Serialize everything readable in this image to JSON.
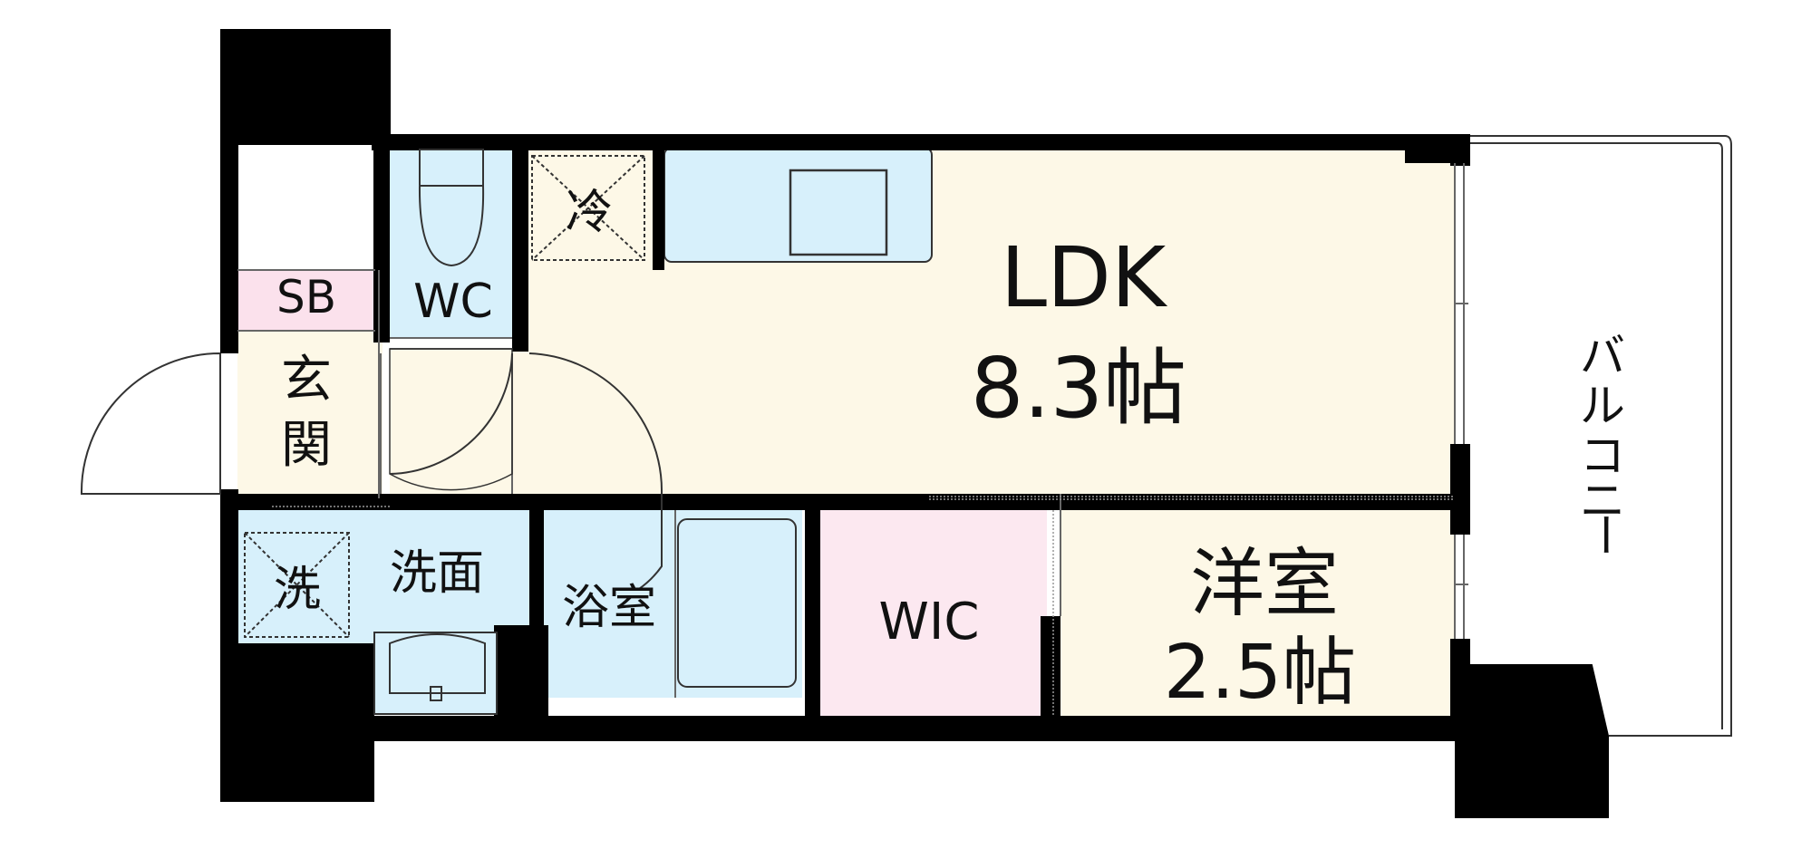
{
  "rooms": {
    "ldk_name": "LDK",
    "ldk_size": "8.3帖",
    "western_name": "洋室",
    "western_size": "2.5帖",
    "wic": "WIC",
    "wc": "WC",
    "bath": "浴室",
    "washroom": "洗面",
    "washer": "洗",
    "fridge": "冷",
    "shoebox": "SB",
    "entrance": [
      "玄",
      "関"
    ],
    "balcony": [
      "バ",
      "ル",
      "コ",
      "ニ",
      "ー"
    ]
  },
  "colors": {
    "wall": "#000000",
    "ldk_floor": "#fdf8e7",
    "wet_area": "#d7f0fb",
    "wic_floor": "#fce8f0",
    "shoebox": "#fbe1ec",
    "line": "#333333"
  }
}
